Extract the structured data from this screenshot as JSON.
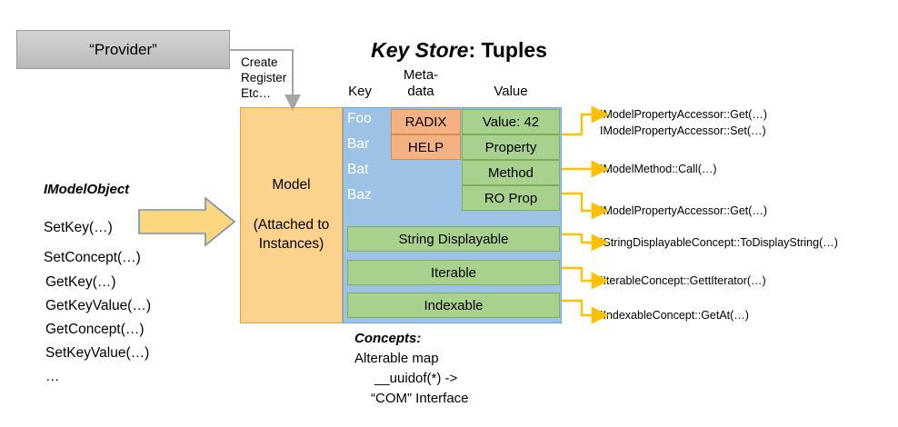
{
  "provider": {
    "label": "“Provider”"
  },
  "create_arrow": {
    "lines": [
      "Create",
      "Register",
      "Etc…"
    ]
  },
  "title": {
    "emphasis": "Key Store",
    "rest": ": Tuples"
  },
  "headers": {
    "key": "Key",
    "meta": "Meta-\ndata",
    "meta_line1": "Meta-",
    "meta_line2": "data",
    "value": "Value"
  },
  "model": {
    "title": "Model",
    "sub_line1": "(Attached to",
    "sub_line2": "Instances)"
  },
  "keys": [
    "Foo",
    "Bar",
    "Bat",
    "Baz"
  ],
  "meta": [
    "RADIX",
    "HELP"
  ],
  "values": [
    "Value: 42",
    "Property",
    "Method",
    "RO Prop"
  ],
  "concept_rows": [
    "String Displayable",
    "Iterable",
    "Indexable"
  ],
  "concepts_caption": {
    "header": "Concepts:",
    "line1": "Alterable map",
    "line2": "__uuidof(*) ->",
    "line3": "“COM” Interface"
  },
  "imodelobject": {
    "title": "IModelObject",
    "group1": [
      "SetKey(…)",
      "SetConcept(…)"
    ],
    "group2": [
      "GetKey(…)",
      "GetKeyValue(…)",
      "GetConcept(…)",
      "SetKeyValue(…)",
      "…"
    ]
  },
  "annotations": [
    {
      "id": "prop-get",
      "text": "IModelPropertyAccessor::Get(…)"
    },
    {
      "id": "prop-set",
      "text": "IModelPropertyAccessor::Set(…)"
    },
    {
      "id": "method-call",
      "text": "IModelMethod::Call(…)"
    },
    {
      "id": "roprop-get",
      "text": "IModelPropertyAccessor::Get(…)"
    },
    {
      "id": "stringdisp",
      "text": "IStringDisplayableConcept::ToDisplayString(…)"
    },
    {
      "id": "iterable",
      "text": "IIterableConcept::GettIterator(…)"
    },
    {
      "id": "indexable",
      "text": "IIndexableConcept::GetAt(…)"
    }
  ],
  "colors": {
    "model_fill": "#FBD38D",
    "key_fill": "#9CC3E5",
    "meta_fill": "#F4B183",
    "value_fill": "#A9D18E",
    "provider_fill": "#C8C8C8",
    "connector": "#FFC000",
    "big_arrow_fill": "#FAD77E"
  }
}
